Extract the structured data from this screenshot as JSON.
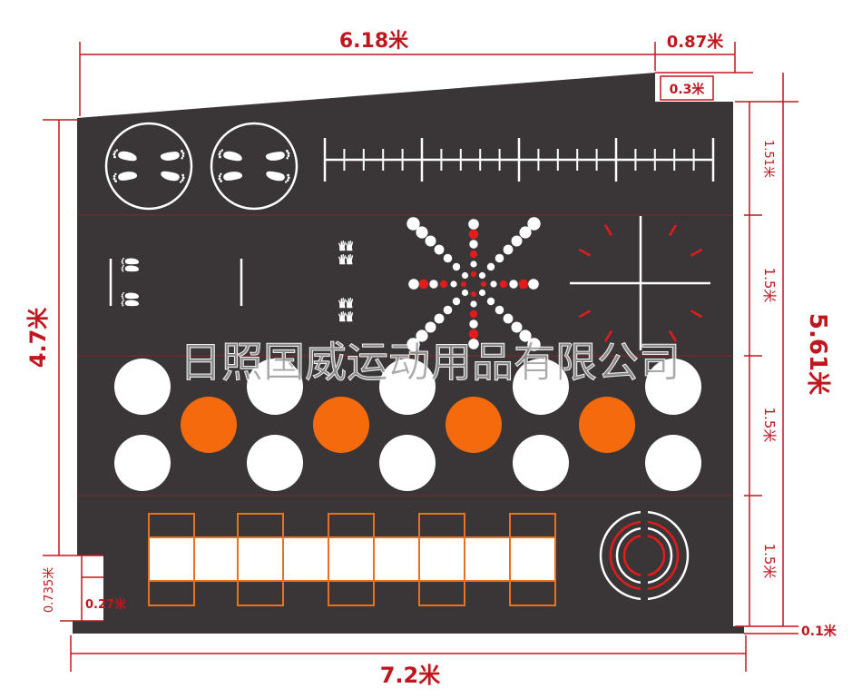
{
  "dimensions": {
    "top_width": "6.18米",
    "top_right_width": "0.87米",
    "notch_height": "0.3米",
    "left_height": "4.7米",
    "right_height": "5.61米",
    "bottom_width": "7.2米",
    "corner_height": "0.735米",
    "corner_width": "0.27米",
    "bottom_offset": "0.1米",
    "row1": "1.51米",
    "row2": "1.5米",
    "row3": "1.5米",
    "row4": "1.5米"
  },
  "watermark": "日照国威运动用品有限公司",
  "colors": {
    "mat": "#3a3638",
    "dimension": "#c0171f",
    "orange_spot": "#f46a0c",
    "orange_outline": "#e9711f",
    "red_mark": "#e41b1b",
    "white": "#ffffff"
  },
  "icons": {
    "footprints": "footprint-icon",
    "hands": "hand-print-icon"
  }
}
